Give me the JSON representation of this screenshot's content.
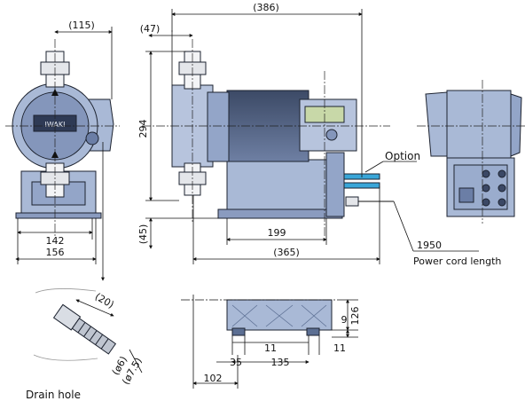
{
  "dimensions": {
    "front_width_top": "(115)",
    "side_offset_top": "(47)",
    "overall_length_top": "(386)",
    "height_294": "294",
    "height_45": "(45)",
    "base_142": "142",
    "base_156": "156",
    "base_199": "199",
    "base_365": "(365)",
    "cord_length_value": "1950",
    "drain_20": "(20)",
    "drain_phi6": "(ø6)",
    "drain_phi7_5": "(ø7.5)",
    "foot_126": "126",
    "foot_9": "9",
    "foot_11_mid": "11",
    "foot_11_right": "11",
    "foot_35": "35",
    "foot_135": "135",
    "foot_102": "102"
  },
  "labels": {
    "option": "Option",
    "power_cord": "Power cord length",
    "drain_hole": "Drain hole",
    "brand": "IWAKI"
  },
  "colors": {
    "body_blue": "#a9b9d6",
    "body_dark": "#5c6f93",
    "stroke": "#1d2330",
    "white_part": "#f3f4f6",
    "option_cyan": "#39a6d8"
  }
}
